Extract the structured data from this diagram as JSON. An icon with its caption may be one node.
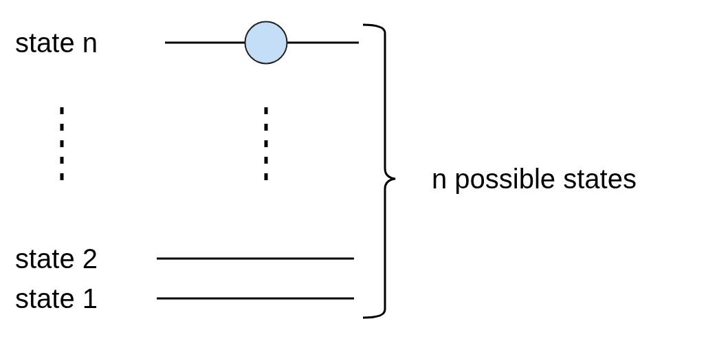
{
  "diagram": {
    "nodes": [
      {
        "text": [],
        "shape": "circle"
      }
    ],
    "labels": [
      "state n",
      "state 2",
      "state 1",
      "n possible states"
    ]
  }
}
